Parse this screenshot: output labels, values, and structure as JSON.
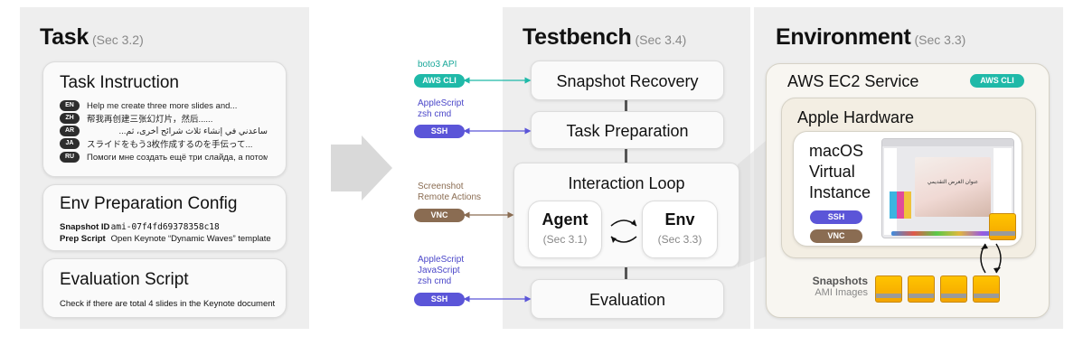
{
  "task": {
    "title": "Task",
    "sec": "(Sec 3.2)",
    "instruction": {
      "title": "Task Instruction",
      "langs": [
        {
          "code": "EN",
          "text": "Help me create three more slides and...",
          "rtl": false
        },
        {
          "code": "ZH",
          "text": "帮我再创建三张幻灯片，然后......",
          "rtl": false
        },
        {
          "code": "AR",
          "text": "ساعدني في إنشاء ثلاث شرائح أخرى، ثم...",
          "rtl": true
        },
        {
          "code": "JA",
          "text": "スライドをもう3枚作成するのを手伝って...",
          "rtl": false
        },
        {
          "code": "RU",
          "text": "Помоги мне создать ещё три слайда, а потом...",
          "rtl": false
        }
      ]
    },
    "env_prep": {
      "title": "Env Preparation Config",
      "snapshot_label": "Snapshot ID",
      "snapshot_value": "ami-07f4fd69378358c18",
      "prep_label": "Prep Script",
      "prep_value": "Open Keynote “Dynamic Waves” template"
    },
    "evaluation": {
      "title": "Evaluation Script",
      "text": "Check if there are total 4 slides in the Keynote document"
    }
  },
  "testbench": {
    "title": "Testbench",
    "sec": "(Sec 3.4)",
    "stages": {
      "snapshot_recovery": "Snapshot Recovery",
      "task_preparation": "Task Preparation",
      "interaction_loop": "Interaction Loop",
      "evaluation": "Evaluation"
    },
    "agent": {
      "name": "Agent",
      "sec": "(Sec 3.1)"
    },
    "env": {
      "name": "Env",
      "sec": "(Sec 3.3)"
    },
    "protocols": {
      "p1_text": [
        "boto3 API"
      ],
      "p1_badge": "AWS CLI",
      "p2_text": [
        "AppleScript",
        "zsh cmd"
      ],
      "p2_badge": "SSH",
      "p3_text": [
        "Screenshot",
        "Remote Actions"
      ],
      "p3_badge": "VNC",
      "p4_text": [
        "AppleScript",
        "JavaScript",
        "zsh cmd"
      ],
      "p4_badge": "SSH"
    }
  },
  "environment": {
    "title": "Environment",
    "sec": "(Sec 3.3)",
    "aws": {
      "title": "AWS EC2 Service",
      "badge": "AWS CLI"
    },
    "hardware": {
      "title": "Apple Hardware"
    },
    "macos": {
      "title_lines": [
        "macOS",
        "Virtual",
        "Instance"
      ],
      "badge_ssh": "SSH",
      "badge_vnc": "VNC",
      "screen_text": "عنوان العرض التقديمي"
    },
    "snapshots": {
      "label": "Snapshots",
      "sub": "AMI Images"
    }
  },
  "colors": {
    "teal": "#1fb9a8",
    "blue": "#5b55d8",
    "brown": "#8a6c52",
    "panel_bg": "#eeeeee"
  }
}
